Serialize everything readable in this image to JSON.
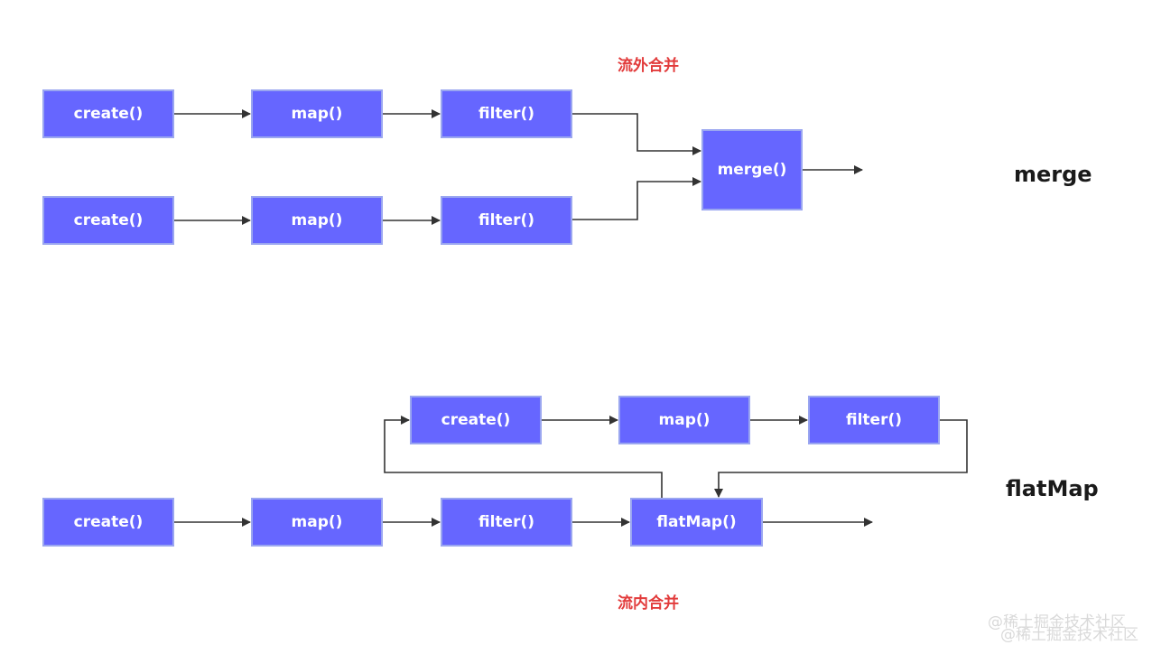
{
  "merge_section": {
    "annotation": "流外合并",
    "title": "merge",
    "row1": {
      "create": "create()",
      "map": "map()",
      "filter": "filter()"
    },
    "row2": {
      "create": "create()",
      "map": "map()",
      "filter": "filter()"
    },
    "merge_node": "merge()"
  },
  "flatmap_section": {
    "annotation": "流内合并",
    "title": "flatMap",
    "inner_row": {
      "create": "create()",
      "map": "map()",
      "filter": "filter()"
    },
    "outer_row": {
      "create": "create()",
      "map": "map()",
      "filter": "filter()"
    },
    "flatmap_node": "flatMap()"
  },
  "watermark": "@稀土掘金技术社区",
  "colors": {
    "node_fill": "#6666ff",
    "node_border": "#9aa6f0",
    "annotation": "#e23b3b",
    "arrow": "#333333"
  }
}
